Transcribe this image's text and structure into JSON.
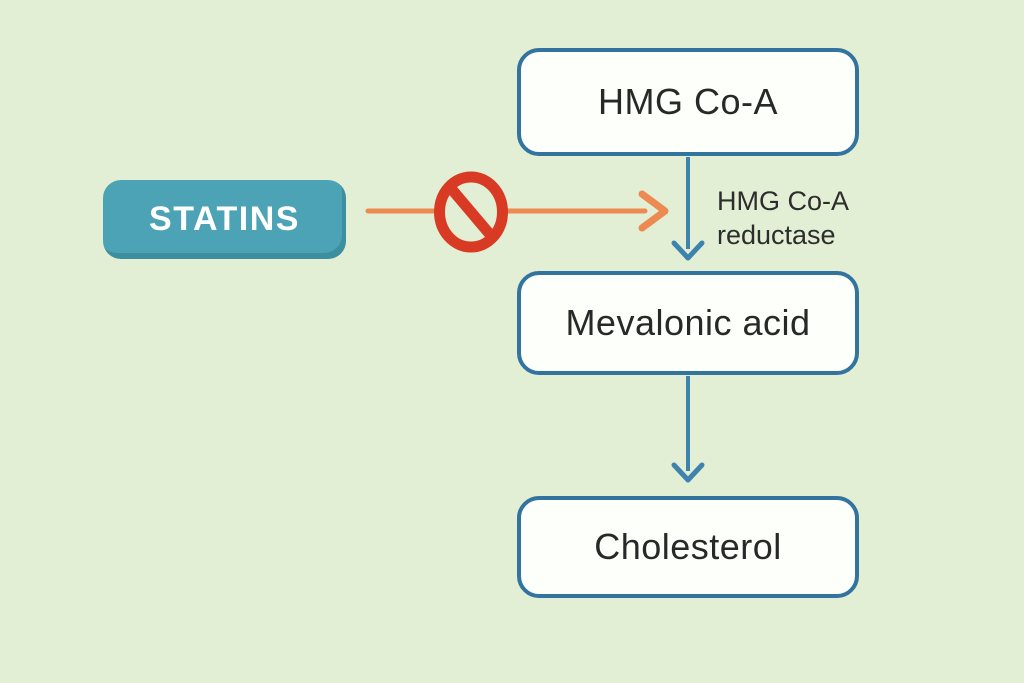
{
  "palette": {
    "background": "#e2efd4",
    "box_fill": "#fdfffb",
    "box_border": "#33749f",
    "arrow_blue": "#3e82ae",
    "arrow_orange": "#ec8a52",
    "prohibition_red": "#d93a23",
    "statins_fill": "#4ba3b5",
    "statins_text": "#ffffff",
    "text_dark": "#282828",
    "label_text": "#2d2d2d"
  },
  "diagram": {
    "nodes": [
      {
        "id": "hmg-coa",
        "label": "HMG Co-A"
      },
      {
        "id": "mevalonic-acid",
        "label": "Mevalonic acid"
      },
      {
        "id": "cholesterol",
        "label": "Cholesterol"
      }
    ],
    "inhibitor": {
      "label": "STATINS"
    },
    "enzyme_label": "HMG Co-A reductase",
    "icons": {
      "prohibition": "no-entry-prohibition-sign",
      "inhibition_arrow": "orange-right-arrow",
      "flow_arrow": "blue-down-arrow"
    }
  }
}
